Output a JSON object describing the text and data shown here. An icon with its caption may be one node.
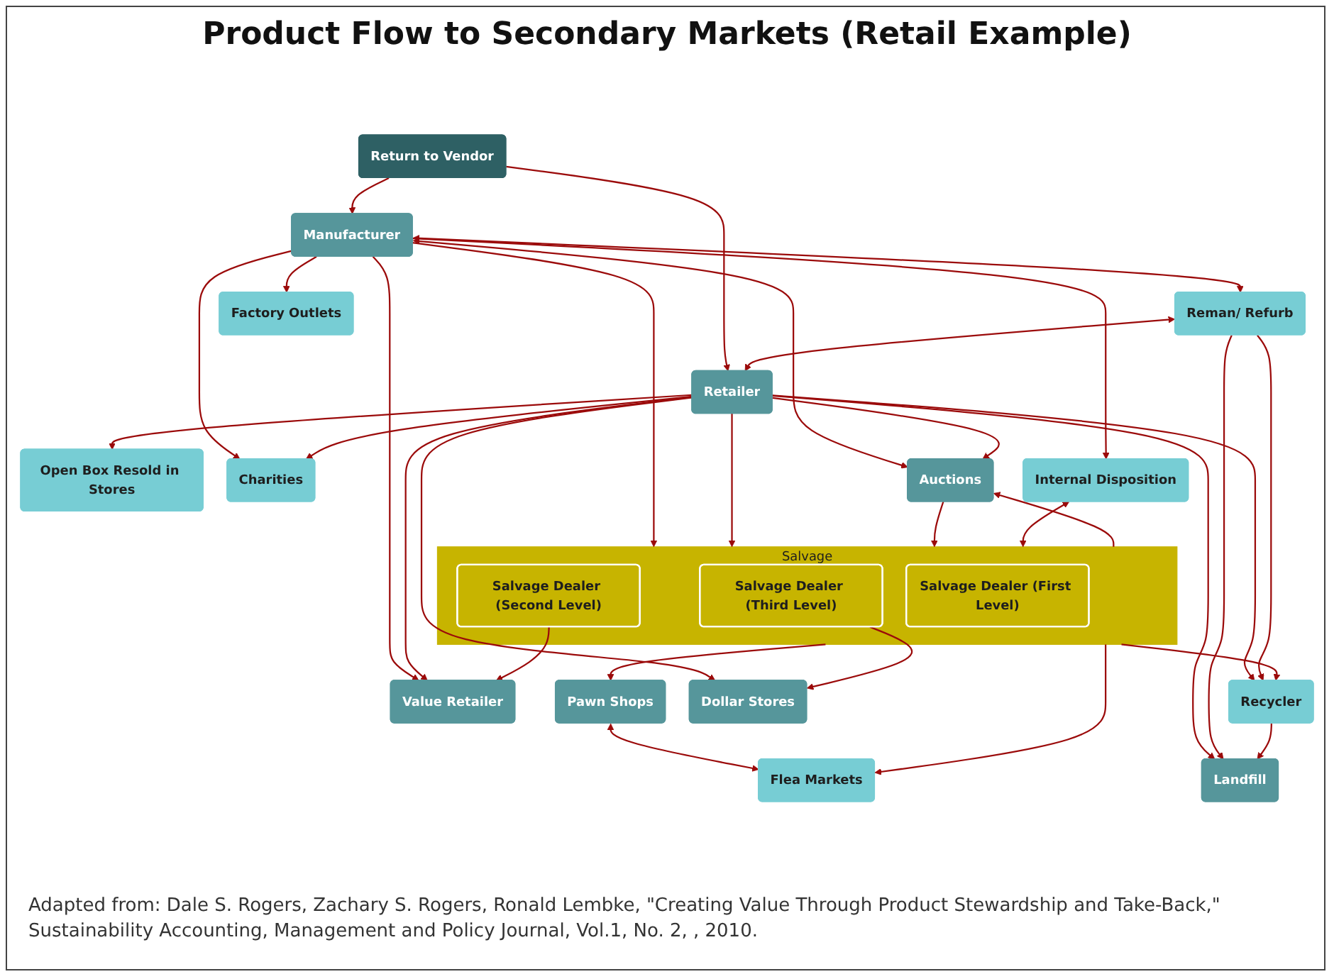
{
  "diagram": {
    "title": "Product Flow to Secondary Markets (Retail Example)",
    "caption": "Adapted from: Dale S. Rogers, Zachary S. Rogers, Ronald Lembke, \"Creating Value Through Product Stewardship and Take-Back,\" Sustainability Accounting, Management and Policy Journal, Vol.1, No. 2, , 2010.",
    "nodes": [
      {
        "text": [
          "Return to Vendor"
        ]
      },
      {
        "text": [
          "Manufacturer"
        ]
      },
      {
        "text": [
          "Reman/ Refurb"
        ]
      },
      {
        "text": [
          "Retailer"
        ]
      },
      {
        "text": [
          "Open Box Resold in Stores"
        ]
      },
      {
        "text": [
          "Factory Outlets"
        ]
      },
      {
        "text": [
          "Salvage"
        ]
      },
      {
        "text": [
          "Salvage Dealer (First Level)"
        ],
        "in": 6
      },
      {
        "text": [
          "Salvage Dealer (Second Level)"
        ],
        "in": 6
      },
      {
        "text": [
          "Salvage Dealer (Third Level)"
        ],
        "in": 6
      },
      {
        "text": [
          "Charities"
        ]
      },
      {
        "text": [
          "Value Retailer"
        ]
      },
      {
        "text": [
          "Auctions"
        ]
      },
      {
        "text": [
          "Internal Disposition"
        ]
      },
      {
        "text": [
          "Recycler"
        ]
      },
      {
        "text": [
          "Dollar Stores"
        ]
      },
      {
        "text": [
          "Pawn Shops"
        ]
      },
      {
        "text": [
          "Flea Markets"
        ]
      },
      {
        "text": [
          "Landfill"
        ]
      }
    ],
    "edges": [
      {
        "from": 0,
        "to": 1,
        "arrow": "to"
      },
      {
        "from": 0,
        "to": 3,
        "arrow": "to"
      },
      {
        "from": 1,
        "to": 2,
        "arrow": "both"
      },
      {
        "from": 2,
        "to": 3,
        "arrow": "both"
      },
      {
        "from": 1,
        "to": 5,
        "arrow": "to"
      },
      {
        "from": 1,
        "to": 13,
        "arrow": "to"
      },
      {
        "from": 1,
        "to": 12,
        "arrow": "both"
      },
      {
        "from": 1,
        "to": 6,
        "arrow": "to"
      },
      {
        "from": 1,
        "to": 10,
        "arrow": "to"
      },
      {
        "from": 1,
        "to": 11,
        "arrow": "to"
      },
      {
        "from": 3,
        "to": 6,
        "arrow": "to"
      },
      {
        "from": 3,
        "to": 12,
        "arrow": "to"
      },
      {
        "from": 3,
        "to": 10,
        "arrow": "to"
      },
      {
        "from": 3,
        "to": 4,
        "arrow": "to"
      },
      {
        "from": 3,
        "to": 11,
        "arrow": "to"
      },
      {
        "from": 3,
        "to": 14,
        "arrow": "to"
      },
      {
        "from": 3,
        "to": 18,
        "arrow": "to"
      },
      {
        "from": 3,
        "to": 15,
        "arrow": "to"
      },
      {
        "from": 2,
        "to": 14,
        "arrow": "to"
      },
      {
        "from": 2,
        "to": 18,
        "arrow": "to"
      },
      {
        "from": 12,
        "to": 6,
        "arrow": "to"
      },
      {
        "from": 13,
        "to": 6,
        "arrow": "both"
      },
      {
        "from": 8,
        "to": 11,
        "arrow": "to"
      },
      {
        "from": 9,
        "to": 15,
        "arrow": "to"
      },
      {
        "from": 6,
        "to": 12,
        "arrow": "to"
      },
      {
        "from": 6,
        "to": 16,
        "arrow": "to"
      },
      {
        "from": 6,
        "to": 17,
        "arrow": "to"
      },
      {
        "from": 6,
        "to": 14,
        "arrow": "to"
      },
      {
        "from": 16,
        "to": 17,
        "arrow": "both"
      },
      {
        "from": 14,
        "to": 18,
        "arrow": "to"
      }
    ]
  }
}
